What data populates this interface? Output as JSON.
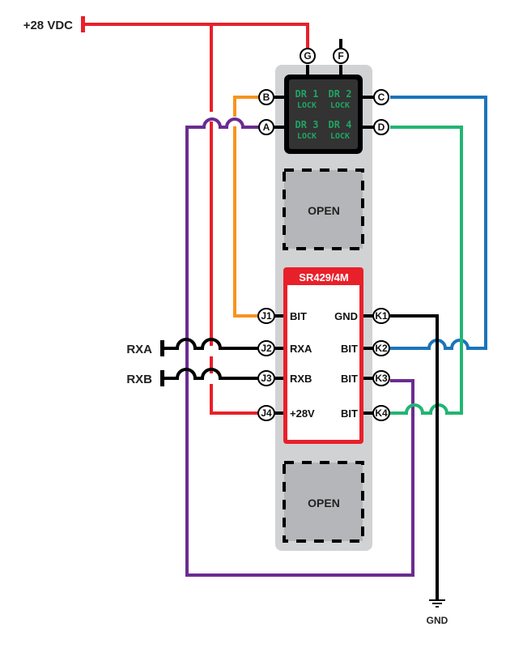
{
  "title": "SR429/4M wiring diagram",
  "colors": {
    "power": "#e8202a",
    "orange": "#f7941d",
    "blue": "#1a75bb",
    "green": "#22b573",
    "purple": "#6a2c91",
    "black": "#000000",
    "panel": "#d1d2d4",
    "open_slot": "#b5b6b9",
    "display_bg": "#333333",
    "display_text": "#1fa463"
  },
  "supply_label": "+28 VDC",
  "ground_label": "GND",
  "inputs": {
    "rxa": "RXA",
    "rxb": "RXB"
  },
  "display": {
    "cells": [
      "DR 1",
      "DR 2",
      "DR 3",
      "DR 4"
    ],
    "sub": "LOCK",
    "pins": {
      "g": "G",
      "f": "F",
      "b": "B",
      "a": "A",
      "c": "C",
      "d": "D"
    }
  },
  "open_slots": [
    "OPEN",
    "OPEN"
  ],
  "module": {
    "name": "SR429/4M",
    "left_pins": [
      {
        "id": "J1",
        "label": "BIT"
      },
      {
        "id": "J2",
        "label": "RXA"
      },
      {
        "id": "J3",
        "label": "RXB"
      },
      {
        "id": "J4",
        "label": "+28V"
      }
    ],
    "right_pins": [
      {
        "id": "K1",
        "label": "GND"
      },
      {
        "id": "K2",
        "label": "BIT"
      },
      {
        "id": "K3",
        "label": "BIT"
      },
      {
        "id": "K4",
        "label": "BIT"
      }
    ]
  }
}
